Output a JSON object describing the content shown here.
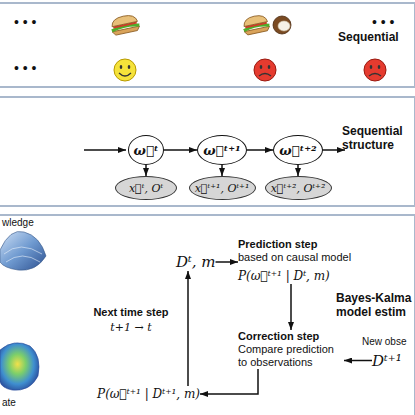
{
  "diagram": {
    "nodes": [
      {
        "text": [
          "Sequential"
        ]
      },
      {
        "text": [
          "Sequential structure"
        ]
      },
      {
        "text": [
          "ω⃗ᵗ"
        ],
        "in": 1
      },
      {
        "text": [
          "ω⃗ᵗ⁺¹"
        ],
        "in": 1
      },
      {
        "text": [
          "ω⃗ᵗ⁺²"
        ],
        "in": 1
      },
      {
        "text": [
          "x⃗ᵗ, Oᵗ"
        ],
        "in": 1
      },
      {
        "text": [
          "x⃗ᵗ⁺¹, Oᵗ⁺¹"
        ],
        "in": 1
      },
      {
        "text": [
          "x⃗ᵗ⁺², Oᵗ⁺²"
        ],
        "in": 1
      },
      {
        "text": [
          "Bayes-Kalma model estim"
        ]
      },
      {
        "text": [
          "Dᵗ, m"
        ],
        "in": 8
      },
      {
        "text": [
          "Prediction step",
          "based on causal model",
          "P(ω⃗ᵗ⁺¹ | Dᵗ, m)"
        ],
        "in": 8
      },
      {
        "text": [
          "Correction step",
          "Compare prediction to observations"
        ],
        "in": 8
      },
      {
        "text": [
          "P(ω⃗ᵗ⁺¹ | Dᵗ⁺¹, m)"
        ],
        "in": 8
      },
      {
        "text": [
          "Dᵗ⁺¹"
        ],
        "in": 8
      }
    ],
    "edges": [
      {
        "from": 2,
        "to": 3,
        "arrow": "to"
      },
      {
        "from": 3,
        "to": 4,
        "arrow": "to"
      },
      {
        "from": 2,
        "to": 5,
        "arrow": "to"
      },
      {
        "from": 3,
        "to": 6,
        "arrow": "to"
      },
      {
        "from": 4,
        "to": 7,
        "arrow": "to"
      },
      {
        "from": 9,
        "to": 10,
        "arrow": "to"
      },
      {
        "from": 10,
        "to": 11,
        "arrow": "to"
      },
      {
        "from": 13,
        "to": 11,
        "arrow": "to"
      },
      {
        "from": 11,
        "to": 12,
        "arrow": "to"
      },
      {
        "from": 12,
        "to": 9,
        "arrow": "to"
      }
    ],
    "labels": [
      "• • •",
      "• • •",
      "• • •",
      "wledge",
      "New obse",
      "Next time step",
      "t+1 → t",
      "ate"
    ]
  }
}
